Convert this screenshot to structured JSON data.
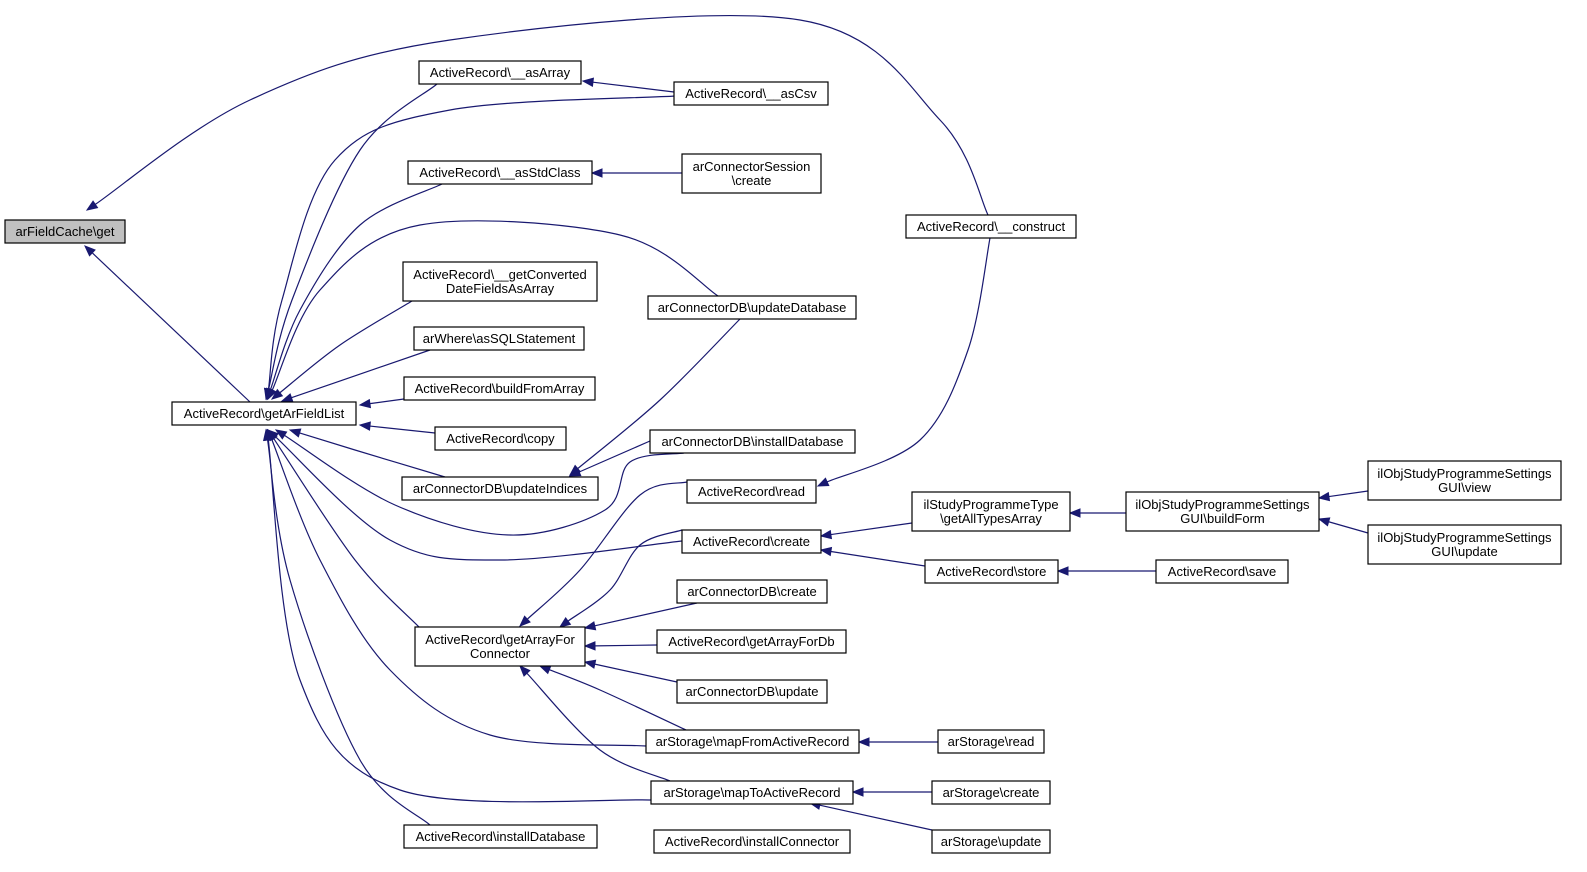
{
  "nodes": [
    {
      "id": "root",
      "lines": [
        "arFieldCache\\get"
      ],
      "root": true
    },
    {
      "id": "getArFieldList",
      "lines": [
        "ActiveRecord\\getArFieldList"
      ]
    },
    {
      "id": "asArray",
      "lines": [
        "ActiveRecord\\__asArray"
      ]
    },
    {
      "id": "asCsv",
      "lines": [
        "ActiveRecord\\__asCsv"
      ]
    },
    {
      "id": "asStdClass",
      "lines": [
        "ActiveRecord\\__asStdClass"
      ]
    },
    {
      "id": "connSessionCreate",
      "lines": [
        "arConnectorSession",
        "\\create"
      ]
    },
    {
      "id": "construct",
      "lines": [
        "ActiveRecord\\__construct"
      ]
    },
    {
      "id": "getConverted",
      "lines": [
        "ActiveRecord\\__getConverted",
        "DateFieldsAsArray"
      ]
    },
    {
      "id": "updateDatabase",
      "lines": [
        "arConnectorDB\\updateDatabase"
      ]
    },
    {
      "id": "asSQL",
      "lines": [
        "arWhere\\asSQLStatement"
      ]
    },
    {
      "id": "buildFromArray",
      "lines": [
        "ActiveRecord\\buildFromArray"
      ]
    },
    {
      "id": "copy",
      "lines": [
        "ActiveRecord\\copy"
      ]
    },
    {
      "id": "installDatabaseDB",
      "lines": [
        "arConnectorDB\\installDatabase"
      ]
    },
    {
      "id": "updateIndices",
      "lines": [
        "arConnectorDB\\updateIndices"
      ]
    },
    {
      "id": "read",
      "lines": [
        "ActiveRecord\\read"
      ]
    },
    {
      "id": "create",
      "lines": [
        "ActiveRecord\\create"
      ]
    },
    {
      "id": "typeGetAll",
      "lines": [
        "ilStudyProgrammeType",
        "\\getAllTypesArray"
      ]
    },
    {
      "id": "buildForm",
      "lines": [
        "ilObjStudyProgrammeSettings",
        "GUI\\buildForm"
      ]
    },
    {
      "id": "view",
      "lines": [
        "ilObjStudyProgrammeSettings",
        "GUI\\view"
      ]
    },
    {
      "id": "guiUpdate",
      "lines": [
        "ilObjStudyProgrammeSettings",
        "GUI\\update"
      ]
    },
    {
      "id": "store",
      "lines": [
        "ActiveRecord\\store"
      ]
    },
    {
      "id": "save",
      "lines": [
        "ActiveRecord\\save"
      ]
    },
    {
      "id": "dbCreate",
      "lines": [
        "arConnectorDB\\create"
      ]
    },
    {
      "id": "getArrayForConnector",
      "lines": [
        "ActiveRecord\\getArrayFor",
        "Connector"
      ]
    },
    {
      "id": "getArrayForDb",
      "lines": [
        "ActiveRecord\\getArrayForDb"
      ]
    },
    {
      "id": "dbUpdate",
      "lines": [
        "arConnectorDB\\update"
      ]
    },
    {
      "id": "mapFrom",
      "lines": [
        "arStorage\\mapFromActiveRecord"
      ]
    },
    {
      "id": "storageRead",
      "lines": [
        "arStorage\\read"
      ]
    },
    {
      "id": "mapTo",
      "lines": [
        "arStorage\\mapToActiveRecord"
      ]
    },
    {
      "id": "storageCreate",
      "lines": [
        "arStorage\\create"
      ]
    },
    {
      "id": "storageUpdate",
      "lines": [
        "arStorage\\update"
      ]
    },
    {
      "id": "installDatabaseAR",
      "lines": [
        "ActiveRecord\\installDatabase"
      ]
    },
    {
      "id": "installConnector",
      "lines": [
        "ActiveRecord\\installConnector"
      ]
    }
  ],
  "edges": [
    [
      "construct",
      "root"
    ],
    [
      "getArFieldList",
      "root"
    ],
    [
      "asArray",
      "getArFieldList"
    ],
    [
      "asCsv",
      "getArFieldList"
    ],
    [
      "asStdClass",
      "getArFieldList"
    ],
    [
      "updateDatabase",
      "getArFieldList"
    ],
    [
      "getConverted",
      "getArFieldList"
    ],
    [
      "asSQL",
      "getArFieldList"
    ],
    [
      "buildFromArray",
      "getArFieldList"
    ],
    [
      "copy",
      "getArFieldList"
    ],
    [
      "updateIndices",
      "getArFieldList"
    ],
    [
      "installDatabaseDB",
      "getArFieldList"
    ],
    [
      "create",
      "getArFieldList"
    ],
    [
      "getArrayForConnector",
      "getArFieldList"
    ],
    [
      "mapFrom",
      "getArFieldList"
    ],
    [
      "mapTo",
      "getArFieldList"
    ],
    [
      "installDatabaseAR",
      "getArFieldList"
    ],
    [
      "asCsv",
      "asArray"
    ],
    [
      "connSessionCreate",
      "asStdClass"
    ],
    [
      "updateDatabase",
      "updateIndices"
    ],
    [
      "installDatabaseDB",
      "updateIndices"
    ],
    [
      "read",
      "construct"
    ],
    [
      "typeGetAll",
      "create"
    ],
    [
      "store",
      "create"
    ],
    [
      "buildForm",
      "typeGetAll"
    ],
    [
      "view",
      "buildForm"
    ],
    [
      "guiUpdate",
      "buildForm"
    ],
    [
      "save",
      "store"
    ],
    [
      "read",
      "getArrayForConnector"
    ],
    [
      "create",
      "getArrayForConnector"
    ],
    [
      "dbCreate",
      "getArrayForConnector"
    ],
    [
      "getArrayForDb",
      "getArrayForConnector"
    ],
    [
      "dbUpdate",
      "getArrayForConnector"
    ],
    [
      "mapFrom",
      "getArrayForConnector"
    ],
    [
      "mapTo",
      "getArrayForConnector"
    ],
    [
      "storageRead",
      "mapFrom"
    ],
    [
      "storageCreate",
      "mapTo"
    ],
    [
      "storageUpdate",
      "mapTo"
    ],
    [
      "installConnector",
      "installDatabaseAR"
    ]
  ]
}
